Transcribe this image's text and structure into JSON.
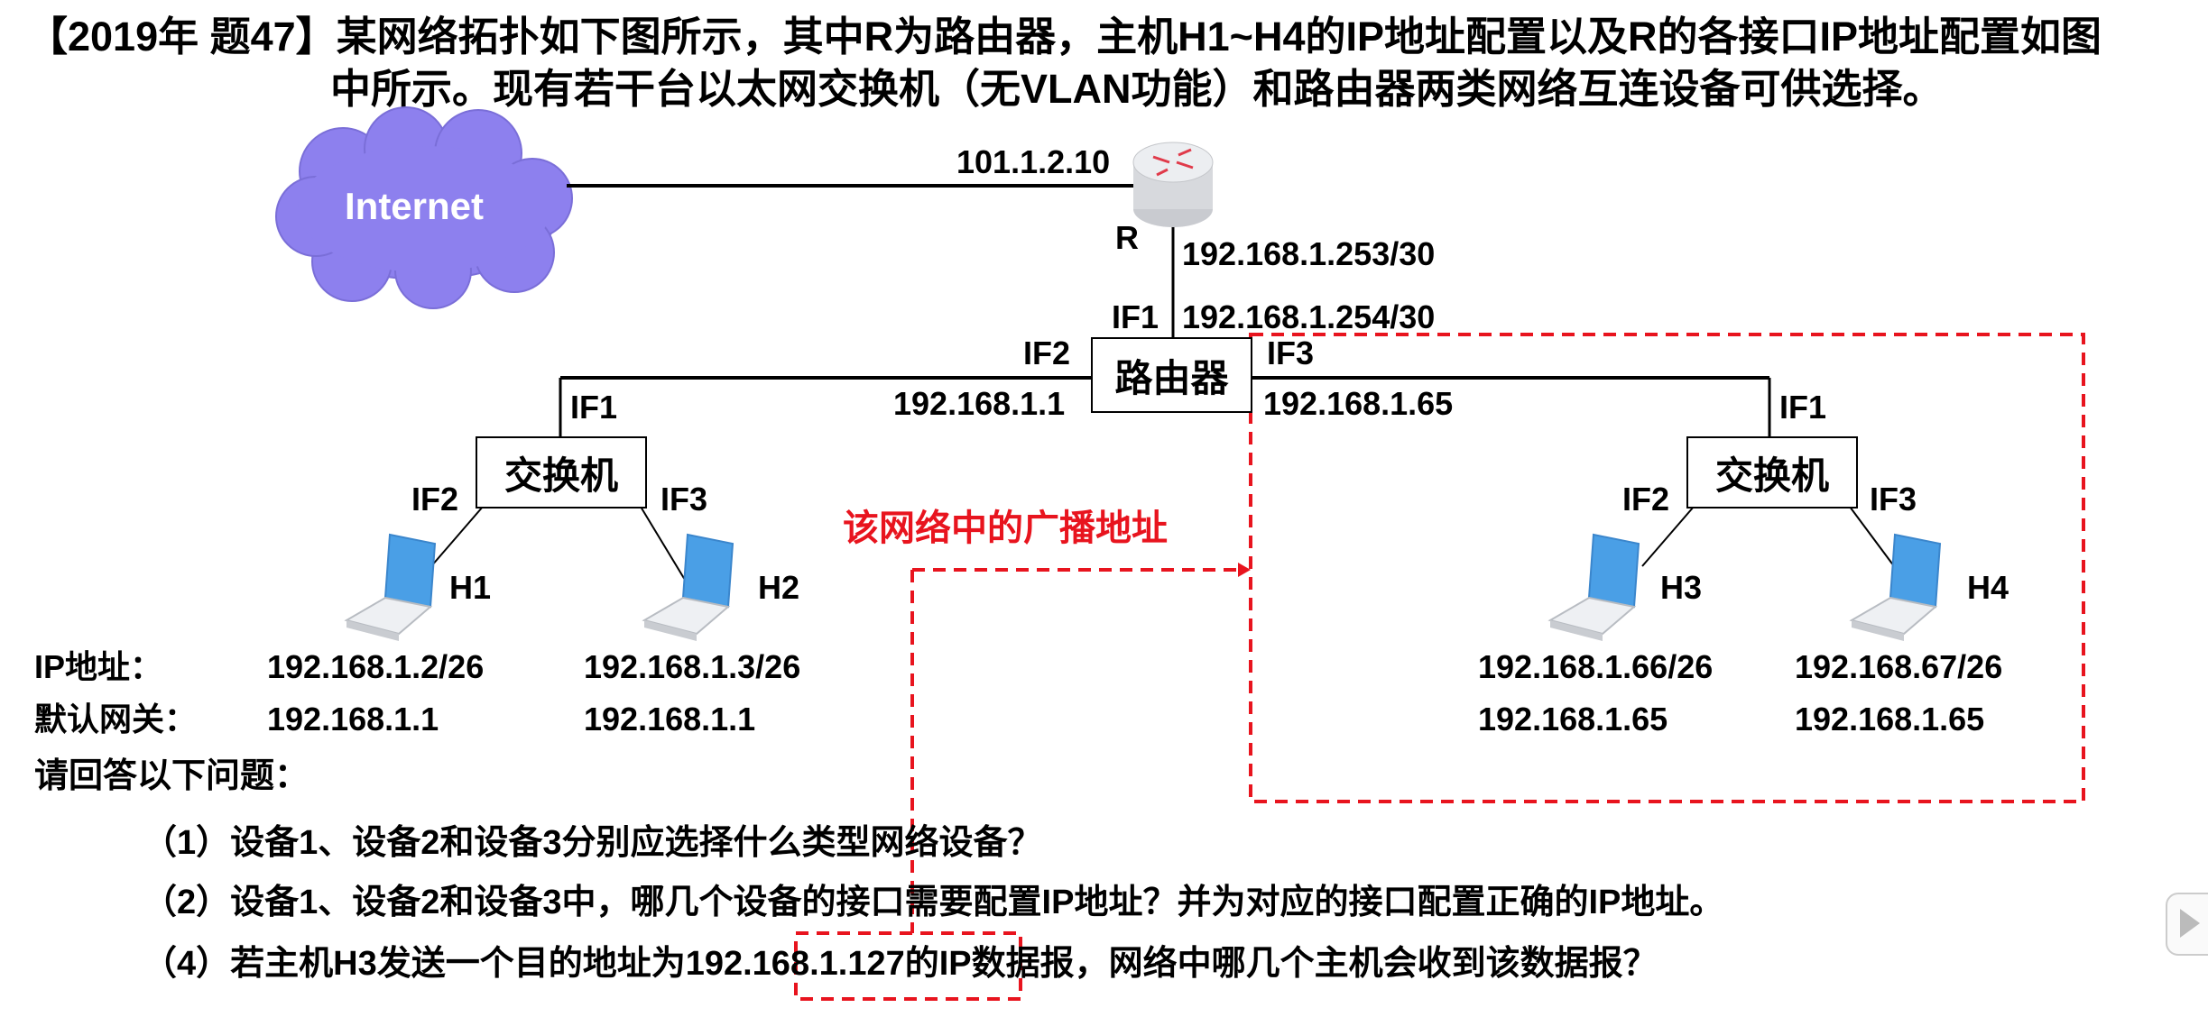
{
  "question": {
    "title_line1": "【2019年 题47】某网络拓扑如下图所示，其中R为路由器，主机H1~H4的IP地址配置以及R的各接口IP地址配置如图",
    "title_line2": "中所示。现有若干台以太网交换机（无VLAN功能）和路由器两类网络互连设备可供选择。"
  },
  "diagram": {
    "internet_label": "Internet",
    "r_wan_ip": "101.1.2.10",
    "r_label": "R",
    "r_lan_ip": "192.168.1.253/30",
    "dev_if1_label": "IF1",
    "dev_if1_ip": "192.168.1.254/30",
    "center_device": "路由器",
    "center_if2": "IF2",
    "center_if2_ip": "192.168.1.1",
    "center_if3": "IF3",
    "center_if3_ip": "192.168.1.65",
    "left_switch": {
      "label": "交换机",
      "if1": "IF1",
      "if2": "IF2",
      "if3": "IF3"
    },
    "right_switch": {
      "label": "交换机",
      "if1": "IF1",
      "if2": "IF2",
      "if3": "IF3"
    },
    "hosts": [
      {
        "name": "H1",
        "ip": "192.168.1.2/26",
        "gateway": "192.168.1.1"
      },
      {
        "name": "H2",
        "ip": "192.168.1.3/26",
        "gateway": "192.168.1.1"
      },
      {
        "name": "H3",
        "ip": "192.168.1.66/26",
        "gateway": "192.168.1.65"
      },
      {
        "name": "H4",
        "ip": "192.168.67/26",
        "gateway": "192.168.1.65"
      }
    ],
    "ip_row_label": "IP地址：",
    "gateway_row_label": "默认网关：",
    "annotation": "该网络中的广播地址",
    "colors": {
      "cloud": "#8d80ee",
      "annotation": "#e8141e",
      "laptop_screen": "#4a9fe6"
    }
  },
  "prompt": "请回答以下问题：",
  "questions": [
    {
      "num": "（1）",
      "text": "设备1、设备2和设备3分别应选择什么类型网络设备？"
    },
    {
      "num": "（2）",
      "text": "设备1、设备2和设备3中，哪几个设备的接口需要配置IP地址？并为对应的接口配置正确的IP地址。"
    },
    {
      "num": "（4）",
      "text_before": "若主机H3发送一个目的地址为",
      "highlight": "192.168.1.127",
      "text_after": "的IP数据报，网络中哪几个主机会收到该数据报？"
    }
  ]
}
